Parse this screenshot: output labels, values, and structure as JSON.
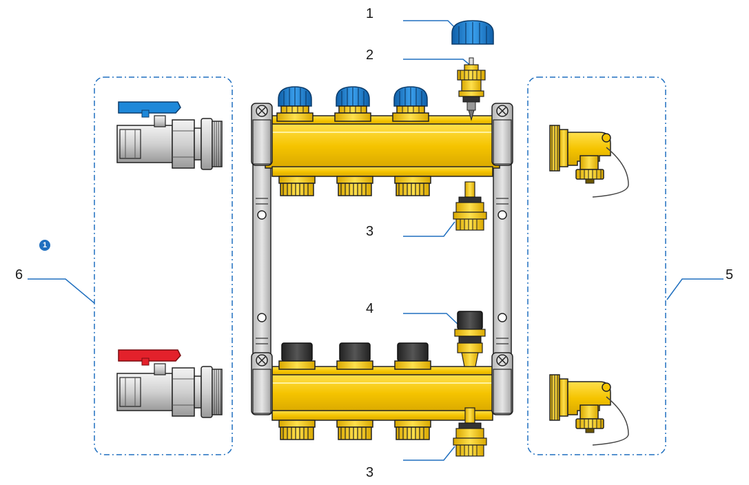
{
  "callouts": {
    "c1": "1",
    "c2": "2",
    "c3_top": "3",
    "c3_bottom": "3",
    "c4": "4",
    "c5": "5",
    "c6": "6"
  },
  "badge": "1",
  "colors": {
    "brass": "#f5c400",
    "cap_blue": "#1e88d9",
    "cap_black": "#333333",
    "valve_handle_blue": "#1e88d9",
    "valve_handle_red": "#e3212b",
    "bracket": "#c9c9c9",
    "group_outline": "#1f6fbf",
    "leader": "#1f6fbf"
  },
  "groups": {
    "left": "ball-valves",
    "right": "elbow-end-pieces"
  }
}
